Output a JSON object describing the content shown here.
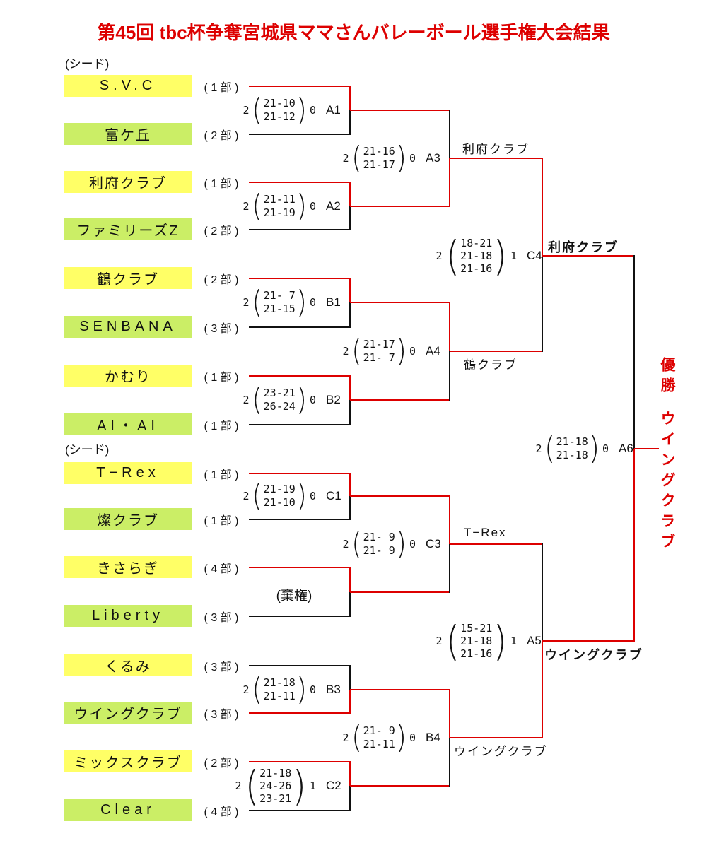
{
  "title": "第45回 tbc杯争奪宮城県ママさんバレーボール選手権大会結果",
  "seed_label": "(シード)",
  "forfeit_note": "(棄権)",
  "glyphs": {
    "open": "(",
    "close": ")"
  },
  "colors": {
    "accent_red": "#dd0000",
    "line_black": "#111111",
    "highlight_yellow": "#ffff66",
    "highlight_green": "#cbee66"
  },
  "teams": [
    {
      "name": "S.V.C",
      "division": "( 1 部 )",
      "highlight": "yellow",
      "won_round1": true
    },
    {
      "name": "富ケ丘",
      "division": "( 2 部 )",
      "highlight": "green",
      "won_round1": false
    },
    {
      "name": "利府クラブ",
      "division": "( 1 部 )",
      "highlight": "yellow",
      "won_round1": true
    },
    {
      "name": "ファミリーズZ",
      "division": "( 2 部 )",
      "highlight": "green",
      "won_round1": false
    },
    {
      "name": "鶴クラブ",
      "division": "( 2 部 )",
      "highlight": "yellow",
      "won_round1": true
    },
    {
      "name": "SENBANA",
      "division": "( 3 部 )",
      "highlight": "green",
      "won_round1": false
    },
    {
      "name": "かむり",
      "division": "( 1 部 )",
      "highlight": "yellow",
      "won_round1": true
    },
    {
      "name": "AI・AI",
      "division": "( 1 部 )",
      "highlight": "green",
      "won_round1": false
    },
    {
      "name": "T−Rex",
      "division": "( 1 部 )",
      "highlight": "yellow",
      "won_round1": true
    },
    {
      "name": "燦クラブ",
      "division": "( 1 部 )",
      "highlight": "green",
      "won_round1": false
    },
    {
      "name": "きさらぎ",
      "division": "( 4 部 )",
      "highlight": "yellow",
      "won_round1": true
    },
    {
      "name": "Liberty",
      "division": "( 3 部 )",
      "highlight": "green",
      "won_round1": false
    },
    {
      "name": "くるみ",
      "division": "( 3 部 )",
      "highlight": "yellow",
      "won_round1": false
    },
    {
      "name": "ウイングクラブ",
      "division": "( 3 部 )",
      "highlight": "green",
      "won_round1": true
    },
    {
      "name": "ミックスクラブ",
      "division": "( 2 部 )",
      "highlight": "yellow",
      "won_round1": true
    },
    {
      "name": "Clear",
      "division": "( 4 部 )",
      "highlight": "green",
      "won_round1": false
    }
  ],
  "matches": {
    "A1": {
      "label": "A1",
      "score_left": "2",
      "score_right": "0",
      "sets": [
        "21-10",
        "21-12"
      ]
    },
    "A2": {
      "label": "A2",
      "score_left": "2",
      "score_right": "0",
      "sets": [
        "21-11",
        "21-19"
      ]
    },
    "A3": {
      "label": "A3",
      "score_left": "2",
      "score_right": "0",
      "sets": [
        "21-16",
        "21-17"
      ]
    },
    "A4": {
      "label": "A4",
      "score_left": "2",
      "score_right": "0",
      "sets": [
        "21-17",
        "21- 7"
      ]
    },
    "A5": {
      "label": "A5",
      "score_left": "2",
      "score_right": "1",
      "sets": [
        "15-21",
        "21-18",
        "21-16"
      ]
    },
    "A6": {
      "label": "A6",
      "score_left": "2",
      "score_right": "0",
      "sets": [
        "21-18",
        "21-18"
      ]
    },
    "B1": {
      "label": "B1",
      "score_left": "2",
      "score_right": "0",
      "sets": [
        "21- 7",
        "21-15"
      ]
    },
    "B2": {
      "label": "B2",
      "score_left": "2",
      "score_right": "0",
      "sets": [
        "23-21",
        "26-24"
      ]
    },
    "B3": {
      "label": "B3",
      "score_left": "2",
      "score_right": "0",
      "sets": [
        "21-18",
        "21-11"
      ]
    },
    "B4": {
      "label": "B4",
      "score_left": "2",
      "score_right": "0",
      "sets": [
        "21- 9",
        "21-11"
      ]
    },
    "C1": {
      "label": "C1",
      "score_left": "2",
      "score_right": "0",
      "sets": [
        "21-19",
        "21-10"
      ]
    },
    "C2": {
      "label": "C2",
      "score_left": "2",
      "score_right": "1",
      "sets": [
        "21-18",
        "24-26",
        "23-21"
      ]
    },
    "C3": {
      "label": "C3",
      "score_left": "2",
      "score_right": "0",
      "sets": [
        "21- 9",
        "21- 9"
      ]
    },
    "C4": {
      "label": "C4",
      "score_left": "2",
      "score_right": "1",
      "sets": [
        "18-21",
        "21-18",
        "21-16"
      ]
    }
  },
  "advance_labels": {
    "A3": "利府クラブ",
    "A4": "鶴クラブ",
    "C3": "T−Rex",
    "C4": "利府クラブ",
    "A5": "ウイングクラブ",
    "B4": "ウイングクラブ"
  },
  "champion": {
    "prefix": "優勝",
    "name": "ウイングクラブ"
  }
}
